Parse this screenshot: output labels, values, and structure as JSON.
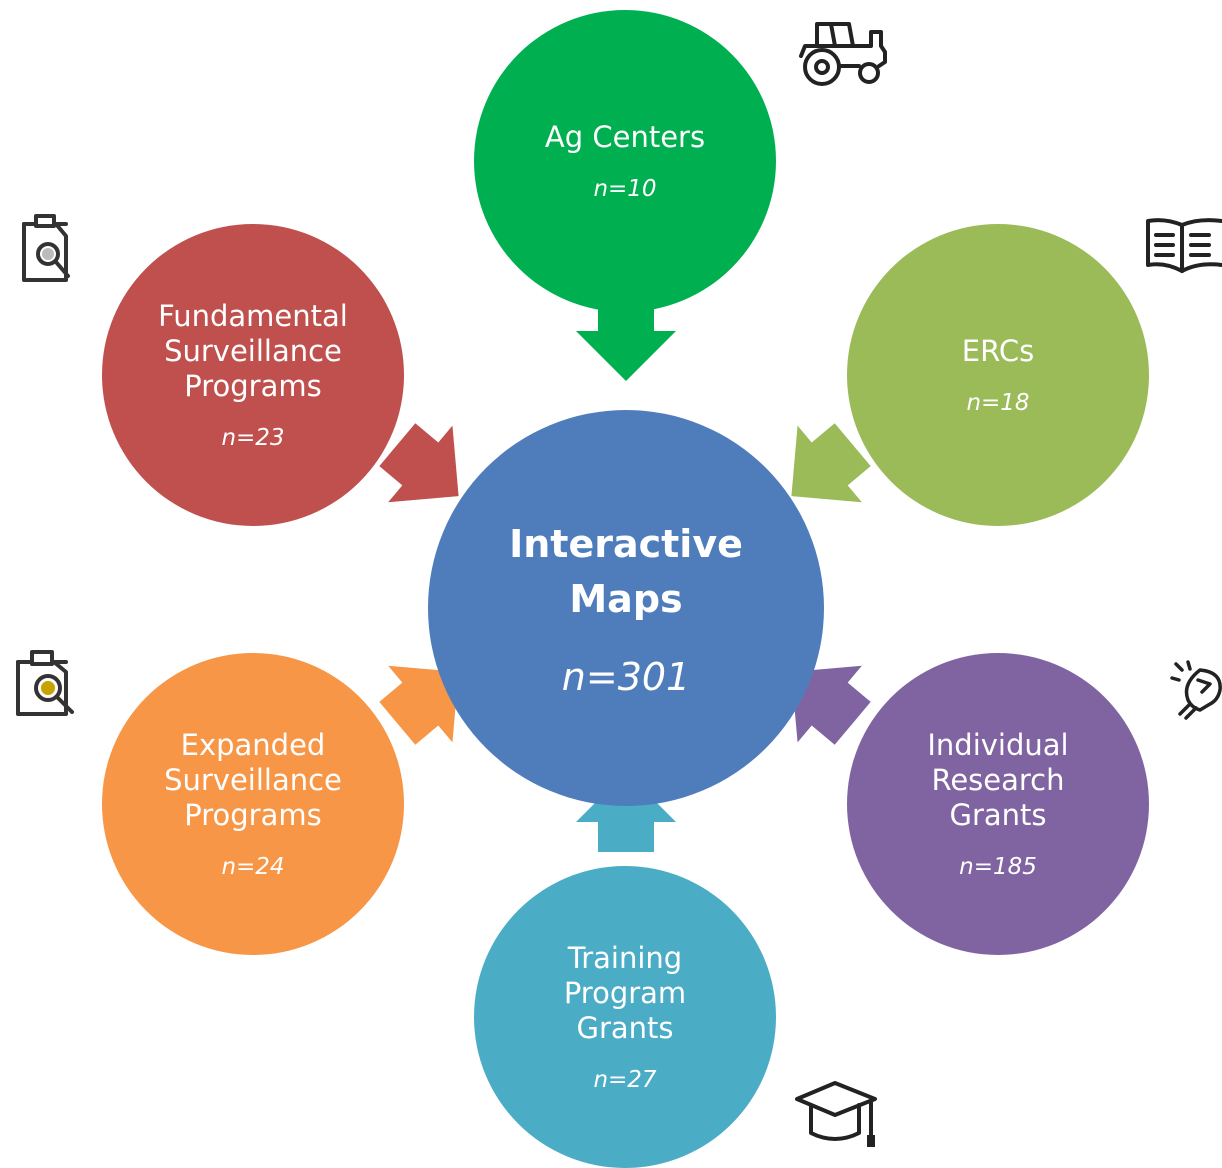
{
  "hub": {
    "title": "Interactive\nMaps",
    "count": "n=301",
    "color": "#4f7dbb"
  },
  "nodes": {
    "ag_centers": {
      "title": "Ag Centers",
      "count": "n=10",
      "color": "#00b050",
      "icon": "tractor-icon"
    },
    "ercs": {
      "title": "ERCs",
      "count": "n=18",
      "color": "#9bbb59",
      "icon": "open-book-icon"
    },
    "fundamental": {
      "title": "Fundamental\nSurveillance\nPrograms",
      "count": "n=23",
      "color": "#c0504d",
      "icon": "clipboard-magnifier-icon"
    },
    "expanded": {
      "title": "Expanded\nSurveillance\nPrograms",
      "count": "n=24",
      "color": "#f79646",
      "icon": "clipboard-magnifier-icon"
    },
    "individual": {
      "title": "Individual\nResearch\nGrants",
      "count": "n=185",
      "color": "#8064a2",
      "icon": "lightbulb-idea-icon"
    },
    "training": {
      "title": "Training\nProgram\nGrants",
      "count": "n=27",
      "color": "#4bacc6",
      "icon": "graduation-cap-icon"
    }
  }
}
